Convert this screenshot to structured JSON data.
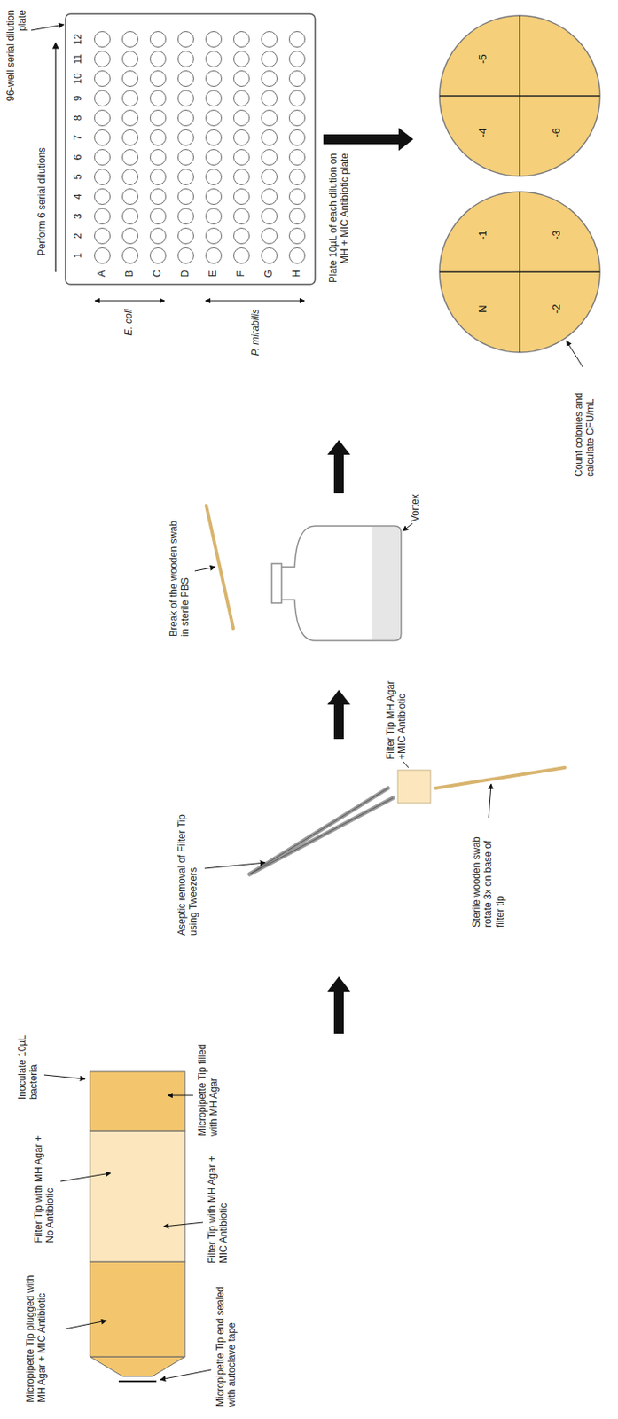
{
  "diagram": {
    "nodes": [
      {
        "text": [
          "N",
          "-1",
          "-2",
          "-3"
        ]
      },
      {
        "text": [
          "-4",
          "-5",
          "-6"
        ]
      }
    ],
    "labels": [
      "Inoculate 10µL bacteria",
      "Micropipette Tip filled with MH Agar",
      "Filter Tip with MH Agar + No Antibiotic",
      "Filter Tip with MH Agar + MIC Antibiotic",
      "Micropipette Tip plugged with MH Agar + MIC Antibiotic",
      "Micropipette Tip end sealed with autoclave tape",
      "Aseptic removal of Filter Tip using Tweezers",
      "Filter Tip MH Agar +MIC Antibiotic",
      "Sterile wooden swab rotate 3x on base of filter tip",
      "Break of the wooden swab in sterile PBS",
      "Vortex",
      "96-well serial dilution plate",
      "Perform 6 serial dilutions",
      "1",
      "2",
      "3",
      "4",
      "5",
      "6",
      "7",
      "8",
      "9",
      "10",
      "11",
      "12",
      "A",
      "B",
      "C",
      "D",
      "E",
      "F",
      "G",
      "H",
      "E. coli",
      "P. mirabilis",
      "Plate 10µL of each dilution on MH + MIC Antibiotic plate",
      "Count colonies and calculate CFU/mL"
    ]
  }
}
